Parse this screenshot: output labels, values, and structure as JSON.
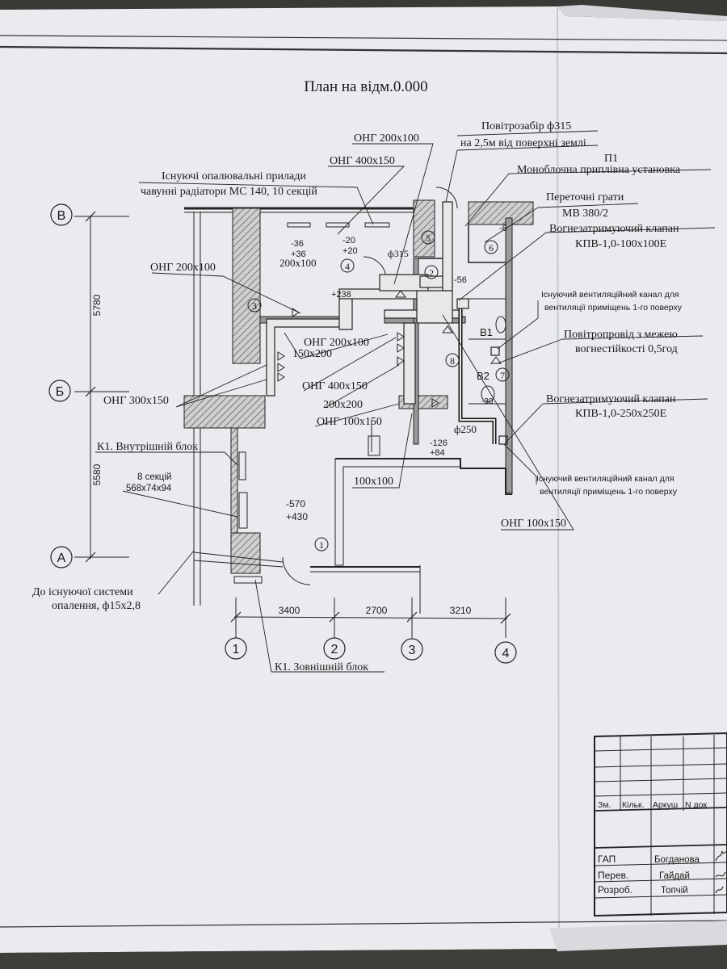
{
  "title": "План на відм.0.000",
  "axes_rows": [
    {
      "label": "В"
    },
    {
      "label": "Б"
    },
    {
      "label": "А"
    }
  ],
  "axes_cols": [
    {
      "label": "1"
    },
    {
      "label": "2"
    },
    {
      "label": "3"
    },
    {
      "label": "4"
    }
  ],
  "dims_vertical": [
    "5780",
    "5580"
  ],
  "dims_horizontal": [
    "3400",
    "2700",
    "3210"
  ],
  "callouts": {
    "ong_200x100_top": "ОНГ 200х100",
    "air_intake_1": "Повітрозабір ф315",
    "air_intake_2": "на 2,5м від поверхні землі",
    "ong_400x150_top": "ОНГ 400х150",
    "p1": "П1",
    "monoblock": "Моноблочна приплівна установка",
    "heaters_1": "Існуючі опалювальні прилади",
    "heaters_2": "чавунні радіатори МС 140, 10 секцій",
    "grilles_1": "Переточні грати",
    "grilles_2": "МВ 380/2",
    "valve1_1": "Вогнезатримуючий клапан",
    "valve1_2": "КПВ-1,0-100х100Е",
    "ong_200x100_left": "ОНГ 200х100",
    "exist_channel_1a": "Існуючий вентиляційний канал для",
    "exist_channel_1b": "вентиляції приміщень 1-го поверху",
    "ong_200x100_mid": "ОНГ 200х100",
    "size_150x200": "150х200",
    "duct_fire_1": "Повітропровід з межею",
    "duct_fire_2": "вогнестійкості 0,5год",
    "ong_400x150_mid": "ОНГ 400х150",
    "size_200x200": "200х200",
    "ong_300x150": "ОНГ 300х150",
    "valve2_1": "Вогнезатримуючий клапан",
    "valve2_2": "КПВ-1,0-250х250Е",
    "ong_100x150_mid": "ОНГ 100х150",
    "phi250": "ф250",
    "k1_inner": "К1. Внутрішній блок",
    "sections_1": "8 секцій",
    "sections_2": "568х74х94",
    "size_100x100": "100х100",
    "exist_channel_2a": "Існуючий вентиляційний канал для",
    "exist_channel_2b": "вентиляції приміщень 1-го поверху",
    "ong_100x150_low": "ОНГ 100х150",
    "heating_1": "До існуючої системи",
    "heating_2": "опалення, ф15х2,8",
    "k1_outer": "К1. Зовнішній блок",
    "phi315": "ф315",
    "size_200x100": "200х100"
  },
  "rooms": {
    "r3": "3",
    "r4": "4",
    "r5": "5",
    "r6": "6",
    "r2": "2",
    "r8": "8",
    "r7": "7",
    "r1": "1",
    "v1": "В1",
    "v2": "В2"
  },
  "elevations": {
    "e_m36": "-36",
    "e_p36": "+36",
    "e_m20": "-20",
    "e_p20": "+20",
    "e_p238": "+238",
    "e_m56": "-56",
    "e_m6": "-6",
    "e_m126": "-126",
    "e_p84": "+84",
    "e_m570": "-570",
    "e_p430": "+430",
    "e_m30": "-30"
  },
  "title_block": {
    "h_zm": "Зм.",
    "h_kilk": "Кільк.",
    "h_arkush": "Аркуш",
    "h_ndok": "N док",
    "gap_role": "ГАП",
    "gap_name": "Богданова",
    "perev_role": "Перев.",
    "perev_name": "Гайдай",
    "rozrob_role": "Розроб.",
    "rozrob_name": "Топчій"
  }
}
